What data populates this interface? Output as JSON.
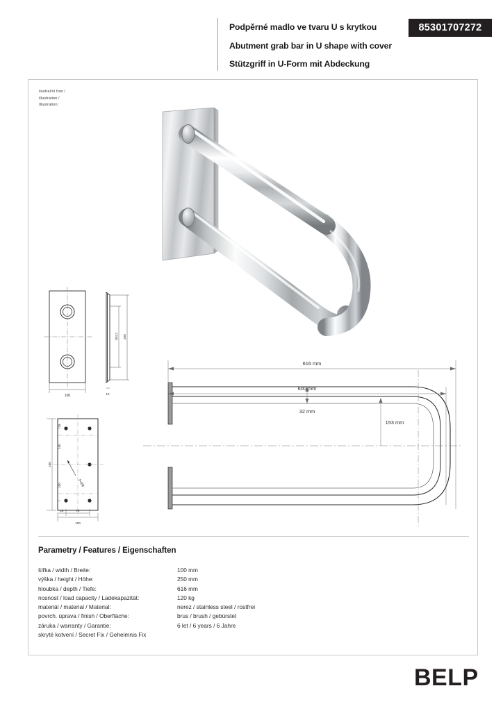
{
  "header": {
    "title_cs": "Podpěrné madlo ve tvaru U s krytkou",
    "title_en": "Abutment grab bar in U shape with cover",
    "title_de": "Stützgriff in U-Form mit Abdeckung",
    "sku": "85301707272",
    "badge_color": "#231f20"
  },
  "panel": {
    "illustration_caption_line1": "ilustrační foto /",
    "illustration_caption_line2": "illustration /",
    "illustration_caption_line3": "Illustration:"
  },
  "drawings": {
    "cover_plate": {
      "name": "cover-plate-views",
      "width_dim": "100",
      "height_dim": "250",
      "inner_height_dim": "154,2",
      "thickness_dim": "15"
    },
    "base_plate": {
      "name": "base-plate-view",
      "width_dim": "100",
      "height_dim": "250",
      "top_offset_dim": "25",
      "upper_spacing_dim": "100",
      "lower_spacing_dim": "100",
      "edge_dim": "15",
      "hole_spacing_dim": "70",
      "hole_note": "5×Ø8"
    },
    "side_view": {
      "name": "side-elevation",
      "overall_depth": "616 mm",
      "bar_depth": "600 mm",
      "tube_gap": "32 mm",
      "bend_height": "153 mm"
    }
  },
  "spec": {
    "heading": "Parametry / Features / Eigenschaften",
    "rows": [
      {
        "label": "šířka / width / Breite:",
        "value": "100 mm"
      },
      {
        "label": "výška / height / Höhe:",
        "value": "250 mm"
      },
      {
        "label": "hloubka / depth / Tiefe:",
        "value": "616 mm"
      },
      {
        "label": "nosnost / load capacity / Ladekapazität:",
        "value": "120 kg"
      },
      {
        "label": "materiál / material / Material:",
        "value": "nerez / stainless steel / rostfrei"
      },
      {
        "label": "povrch. úprava / finish / Oberfläche:",
        "value": "brus / brush / gebürstet"
      },
      {
        "label": "záruka / warranty / Garantie:",
        "value": "6 let / 6 years / 6 Jahre"
      },
      {
        "label": "skryté kotvení / Secret Fix / Geheimnis Fix",
        "value": ""
      }
    ]
  },
  "footer": {
    "logo": "BELP"
  }
}
